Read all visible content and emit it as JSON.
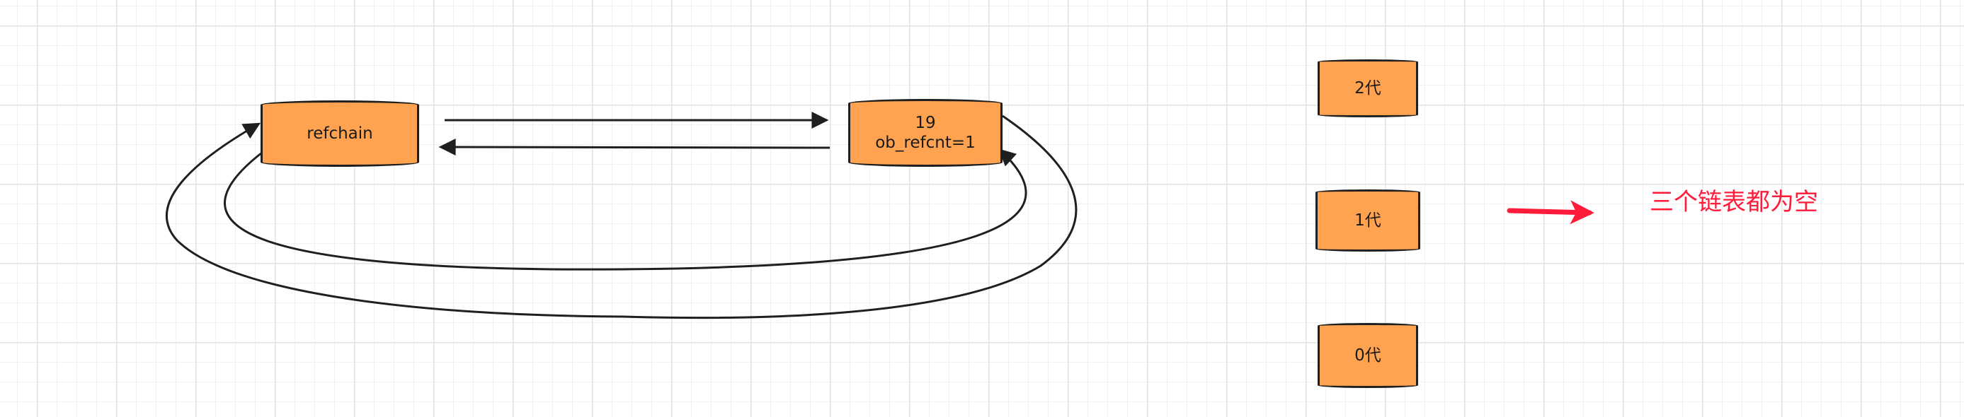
{
  "nodes": {
    "refchain": {
      "label": "refchain"
    },
    "object": {
      "line1": "19",
      "line2": "ob_refcnt=1"
    },
    "gen2": {
      "label": "2代"
    },
    "gen1": {
      "label": "1代"
    },
    "gen0": {
      "label": "0代"
    }
  },
  "note": {
    "text": "三个链表都为空"
  },
  "colors": {
    "node_fill": "#ffa351",
    "node_stroke": "#1f1f1f",
    "edge": "#1f1f1f",
    "accent_arrow": "#ff1c3a",
    "note_text": "#ff1c3a",
    "grid": "#e2e2e2"
  }
}
